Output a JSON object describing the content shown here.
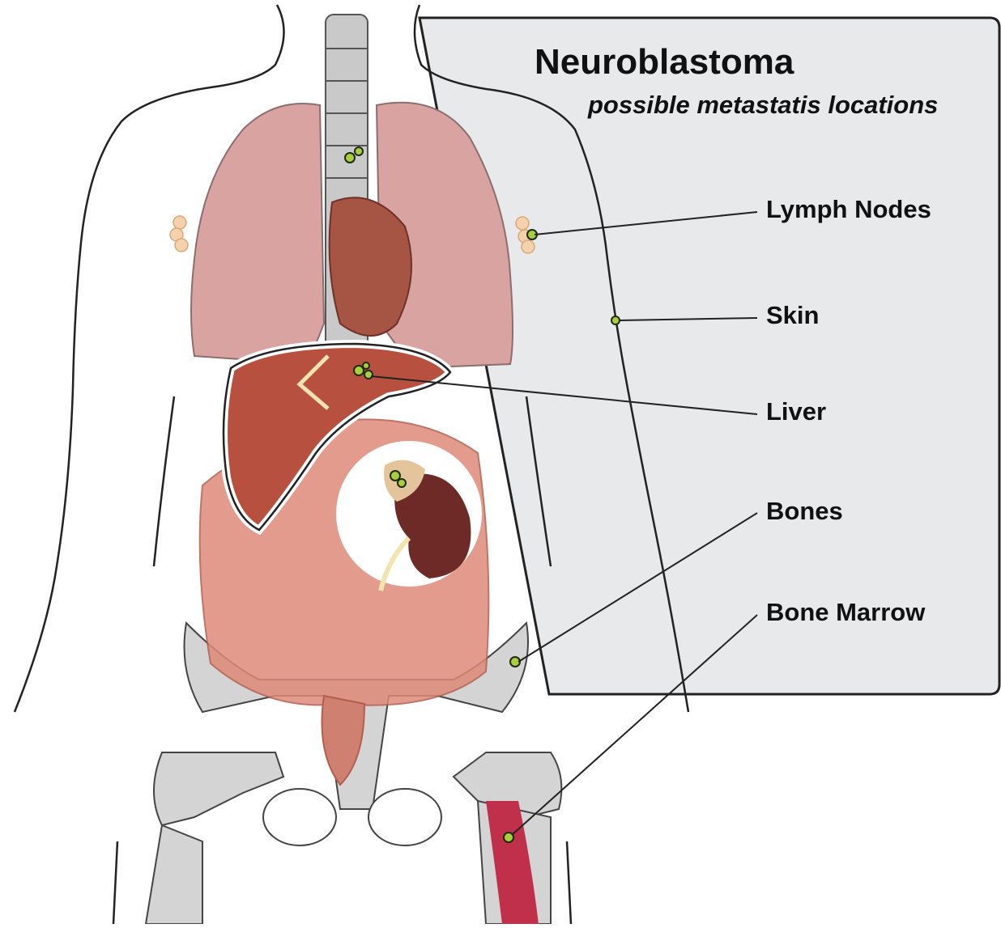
{
  "title": "Neuroblastoma",
  "subtitle": "possible metastatis locations",
  "locations": [
    {
      "label": "Lymph Nodes"
    },
    {
      "label": "Skin"
    },
    {
      "label": "Liver"
    },
    {
      "label": "Bones"
    },
    {
      "label": "Bone Marrow"
    }
  ],
  "colors": {
    "panel": "#e8e9eb",
    "lung": "#d8a3a1",
    "liver": "#b8503f",
    "intestine": "#de8a78",
    "bone": "#d4d4d4",
    "kidney": "#6e2a26",
    "marrow": "#c0304a",
    "metastasis": "#a9cf3c"
  }
}
